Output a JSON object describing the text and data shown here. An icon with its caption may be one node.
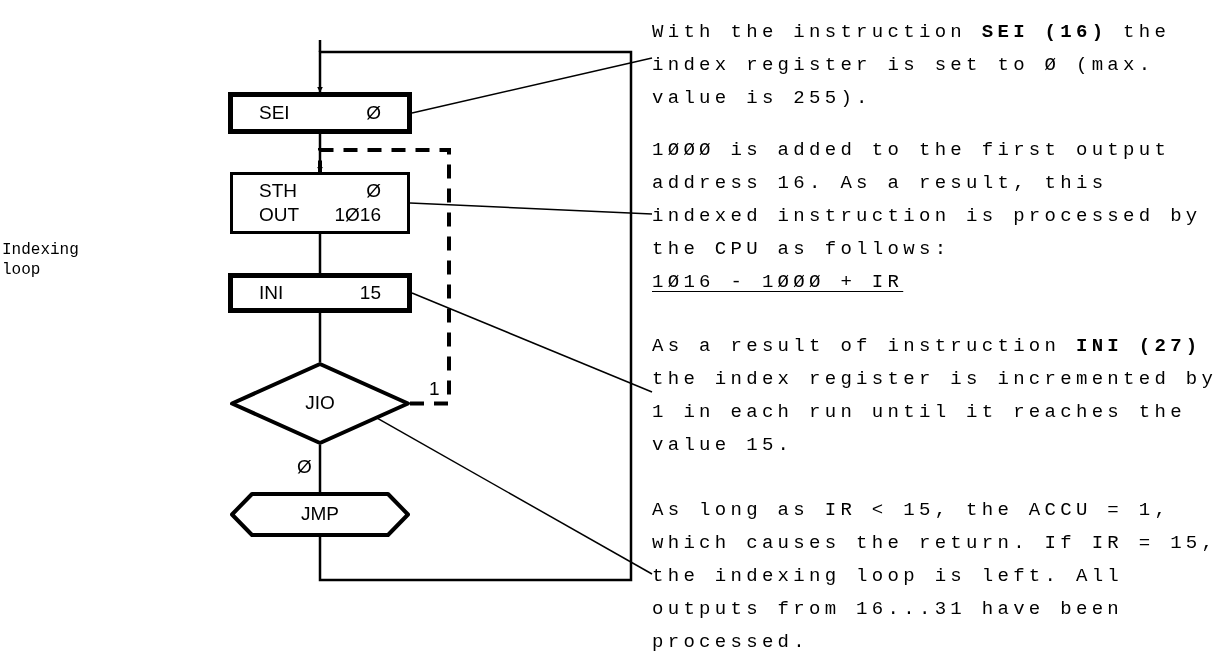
{
  "diagram": {
    "nodes": [
      {
        "text": [
          "SEI",
          "Ø"
        ]
      },
      {
        "text": [
          "STH",
          "Ø",
          "OUT",
          "1Ø16"
        ]
      },
      {
        "text": [
          "INI",
          "15"
        ]
      },
      {
        "text": [
          "JIO"
        ]
      },
      {
        "text": [
          "JMP"
        ]
      },
      {
        "text": [
          "With the instruction **SEI (16)** the index register is set to Ø (max. value is 255)."
        ]
      },
      {
        "text": [
          "1ØØØ is added to the first output address 16. As a result, this indexed instruction is processed by the CPU as follows:",
          "1Ø16 - 1ØØØ + IR"
        ]
      },
      {
        "text": [
          "As a result of instruction **INI (27)** the index register is incremented by 1 in each run until it reaches the value 15."
        ]
      },
      {
        "text": [
          "As long as IR < 15, the ACCU = 1, which causes the return. If IR = 15, the indexing loop is left. All outputs from 16...31 have been processed."
        ]
      }
    ],
    "edges": [
      {
        "from": 4,
        "to": 0,
        "arrow": "to"
      },
      {
        "from": 0,
        "to": 1,
        "arrow": "none"
      },
      {
        "from": 1,
        "to": 2,
        "arrow": "none"
      },
      {
        "from": 2,
        "to": 3,
        "arrow": "none"
      },
      {
        "from": 3,
        "to": 4,
        "arrow": "none",
        "label": "Ø"
      },
      {
        "from": 3,
        "to": 1,
        "arrow": "to",
        "label": "1",
        "style": "dashed"
      },
      {
        "from": 5,
        "to": 0,
        "arrow": "none"
      },
      {
        "from": 6,
        "to": 1,
        "arrow": "none"
      },
      {
        "from": 7,
        "to": 2,
        "arrow": "none"
      },
      {
        "from": 8,
        "to": 3,
        "arrow": "none"
      }
    ],
    "labels": [
      "Indexing loop"
    ]
  }
}
